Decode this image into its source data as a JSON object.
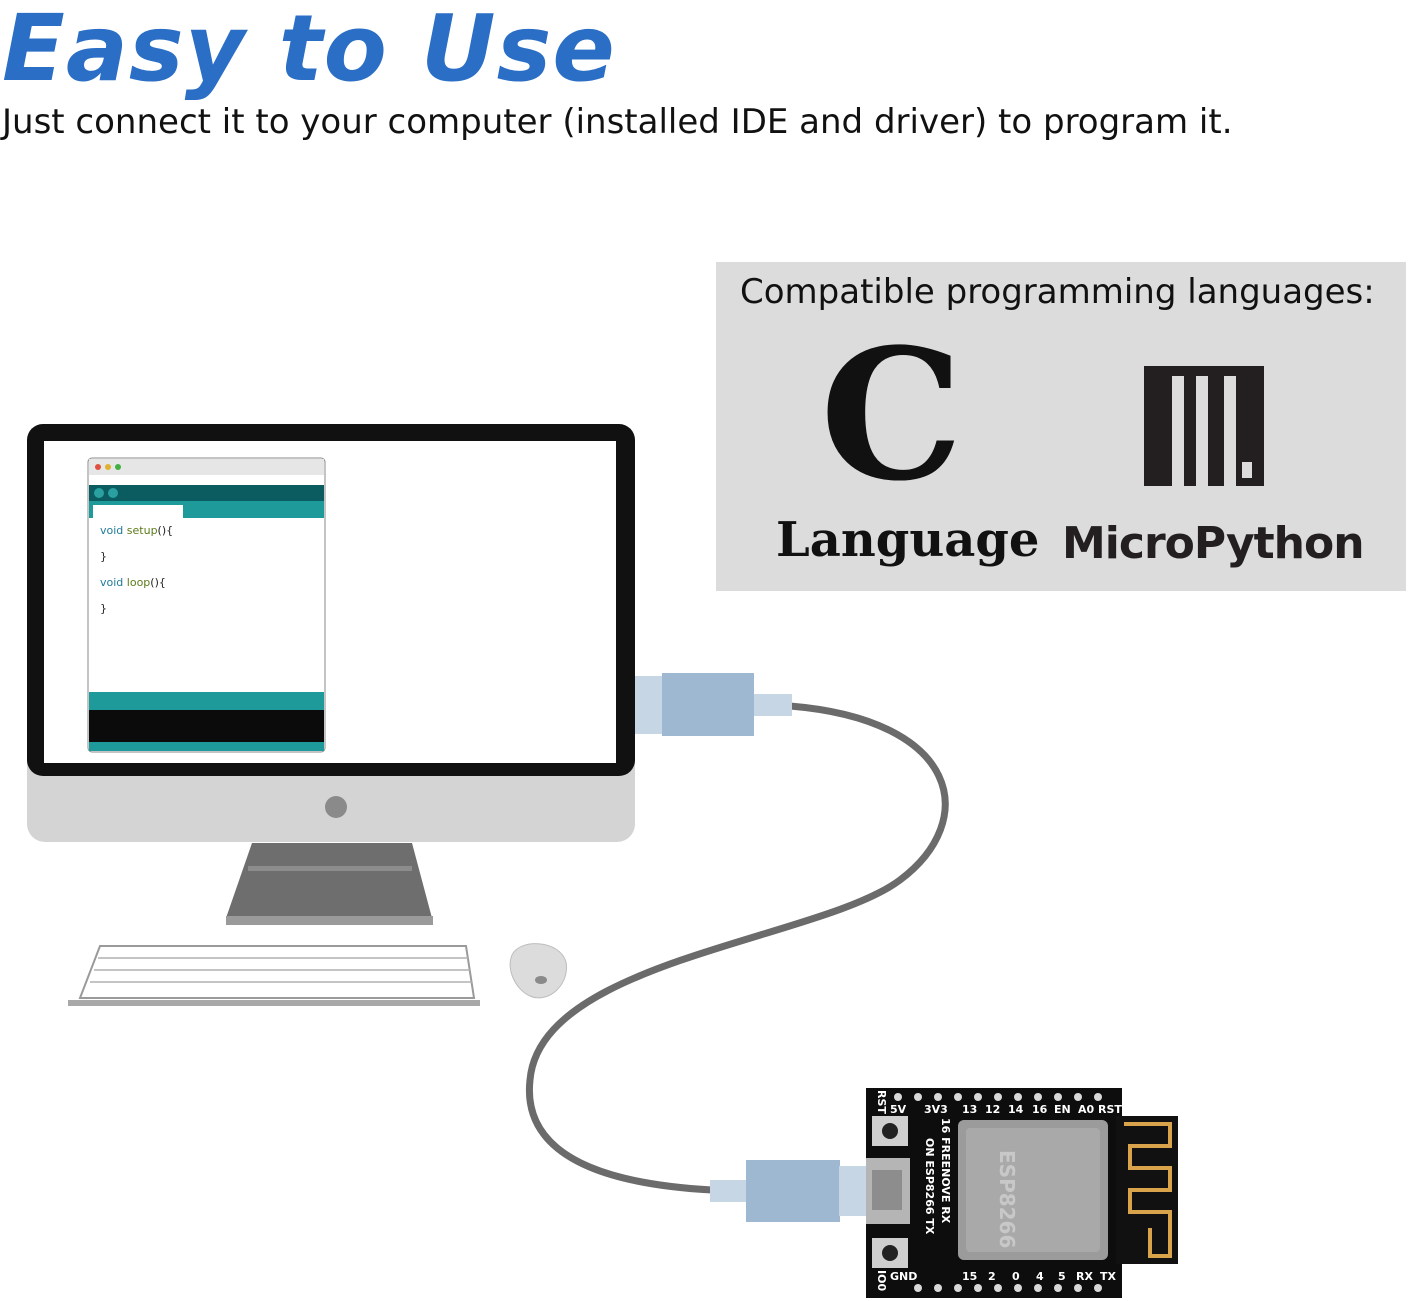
{
  "headline": "Easy to Use",
  "subline": "Just connect it to your computer (installed IDE and driver) to program it.",
  "languages": {
    "title": "Compatible programming languages:",
    "c_mark": "C",
    "c_label": "Language",
    "micropython_label": "MicroPython"
  },
  "ide_code": {
    "line1_kw": "void",
    "line1_fn": "setup",
    "line1_rest": "(){",
    "line2": "}",
    "line3_kw": "void",
    "line3_fn": "loop",
    "line3_rest": "(){",
    "line4": "}"
  },
  "board": {
    "top_pins": [
      "RST",
      "5V",
      "3V3",
      "13",
      "12",
      "14",
      "16",
      "EN",
      "A0",
      "RST"
    ],
    "bottom_pins": [
      "GND",
      "15",
      "2",
      "0",
      "4",
      "5",
      "RX",
      "TX"
    ],
    "side_text_1": "16 FREENOVE RX",
    "side_text_2": "ON ESP8266 TX",
    "chip_text": "ESP8266",
    "left_label_top": "RST",
    "left_label_bottom": "IO0"
  },
  "colors": {
    "headline": "#2a6ec6",
    "arduino_teal": "#1f9a9a",
    "usb_blue": "#9fb8d2",
    "cable_gray": "#6b6b6b"
  }
}
